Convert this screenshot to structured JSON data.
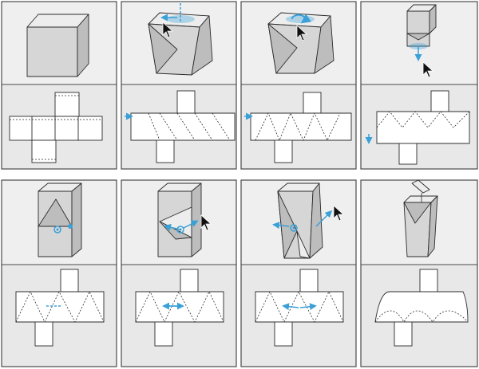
{
  "figure": {
    "rows": 2,
    "columns": 4,
    "panels": [
      {
        "step": 1,
        "solid": "cube",
        "net": "cube-cross",
        "cursor": false,
        "arrows": []
      },
      {
        "step": 2,
        "solid": "twisted-prism",
        "net": "triangulated-strip",
        "cursor": true,
        "arrows": [
          "twist-down"
        ]
      },
      {
        "step": 3,
        "solid": "twisted-prism",
        "net": "triangle-strip",
        "cursor": true,
        "arrows": [
          "rotate"
        ]
      },
      {
        "step": 4,
        "solid": "stacked-box",
        "net": "zigzag-strip",
        "cursor": true,
        "arrows": [
          "pull-down"
        ]
      },
      {
        "step": 5,
        "solid": "tall-prism",
        "net": "tall-net",
        "cursor": false,
        "arrows": [
          "pinch"
        ]
      },
      {
        "step": 6,
        "solid": "tall-prism-fold",
        "net": "tall-net",
        "cursor": true,
        "arrows": [
          "spread"
        ]
      },
      {
        "step": 7,
        "solid": "splayed-prism",
        "net": "tall-net",
        "cursor": true,
        "arrows": [
          "spread-out"
        ]
      },
      {
        "step": 8,
        "solid": "carton",
        "net": "curved-net",
        "cursor": false,
        "arrows": []
      }
    ]
  },
  "colors": {
    "panel_border": "#4a4a4a",
    "top_band": "#efefef",
    "bottom_band": "#e8e8e8",
    "face_light": "#ededed",
    "face_mid": "#d6d6d6",
    "face_dark": "#bdbdbd",
    "stroke": "#2b2b2b",
    "accent": "#3aa0d8",
    "cursor": "#111111"
  }
}
